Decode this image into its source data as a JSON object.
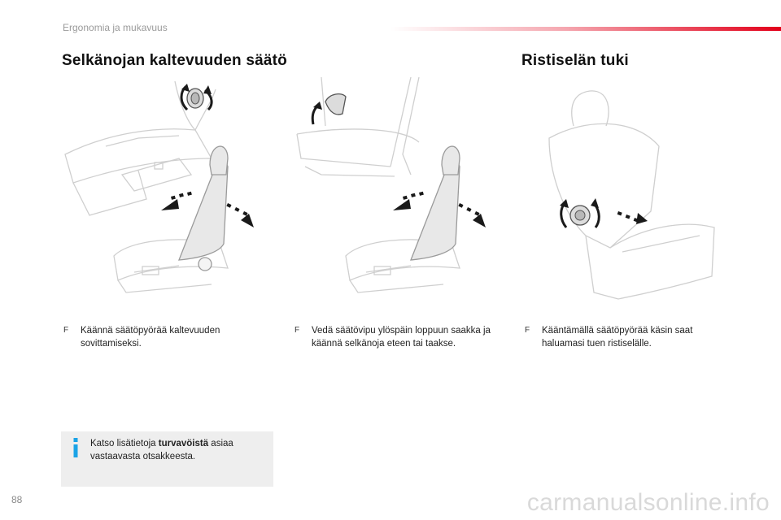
{
  "header": {
    "chapter": "Ergonomia ja mukavuus"
  },
  "sections": {
    "recline": {
      "title": "Selkänojan kaltevuuden säätö"
    },
    "lumbar": {
      "title": "Ristiselän tuki"
    }
  },
  "steps": [
    {
      "bullet": "F",
      "text": "Käännä säätöpyörää kaltevuuden sovittamiseksi."
    },
    {
      "bullet": "F",
      "text": "Vedä säätövipu ylöspäin loppuun saakka ja käännä selkänoja eteen tai taakse."
    },
    {
      "bullet": "F",
      "text": "Kääntämällä säätöpyörää käsin saat haluamasi tuen ristiselälle."
    }
  ],
  "note": {
    "before": "Katso lisätietoja ",
    "bold": "turvavöistä",
    "after": " asiaa vastaavasta otsakkeesta."
  },
  "footer": {
    "page_number": "88",
    "watermark": "carmanualsonline.info"
  },
  "colors": {
    "accent_red": "#e2001a",
    "info_blue": "#1aa3e6",
    "note_bg": "#eeeeee",
    "arrow": "#1a1a1a",
    "line": "#c8c8c8"
  }
}
